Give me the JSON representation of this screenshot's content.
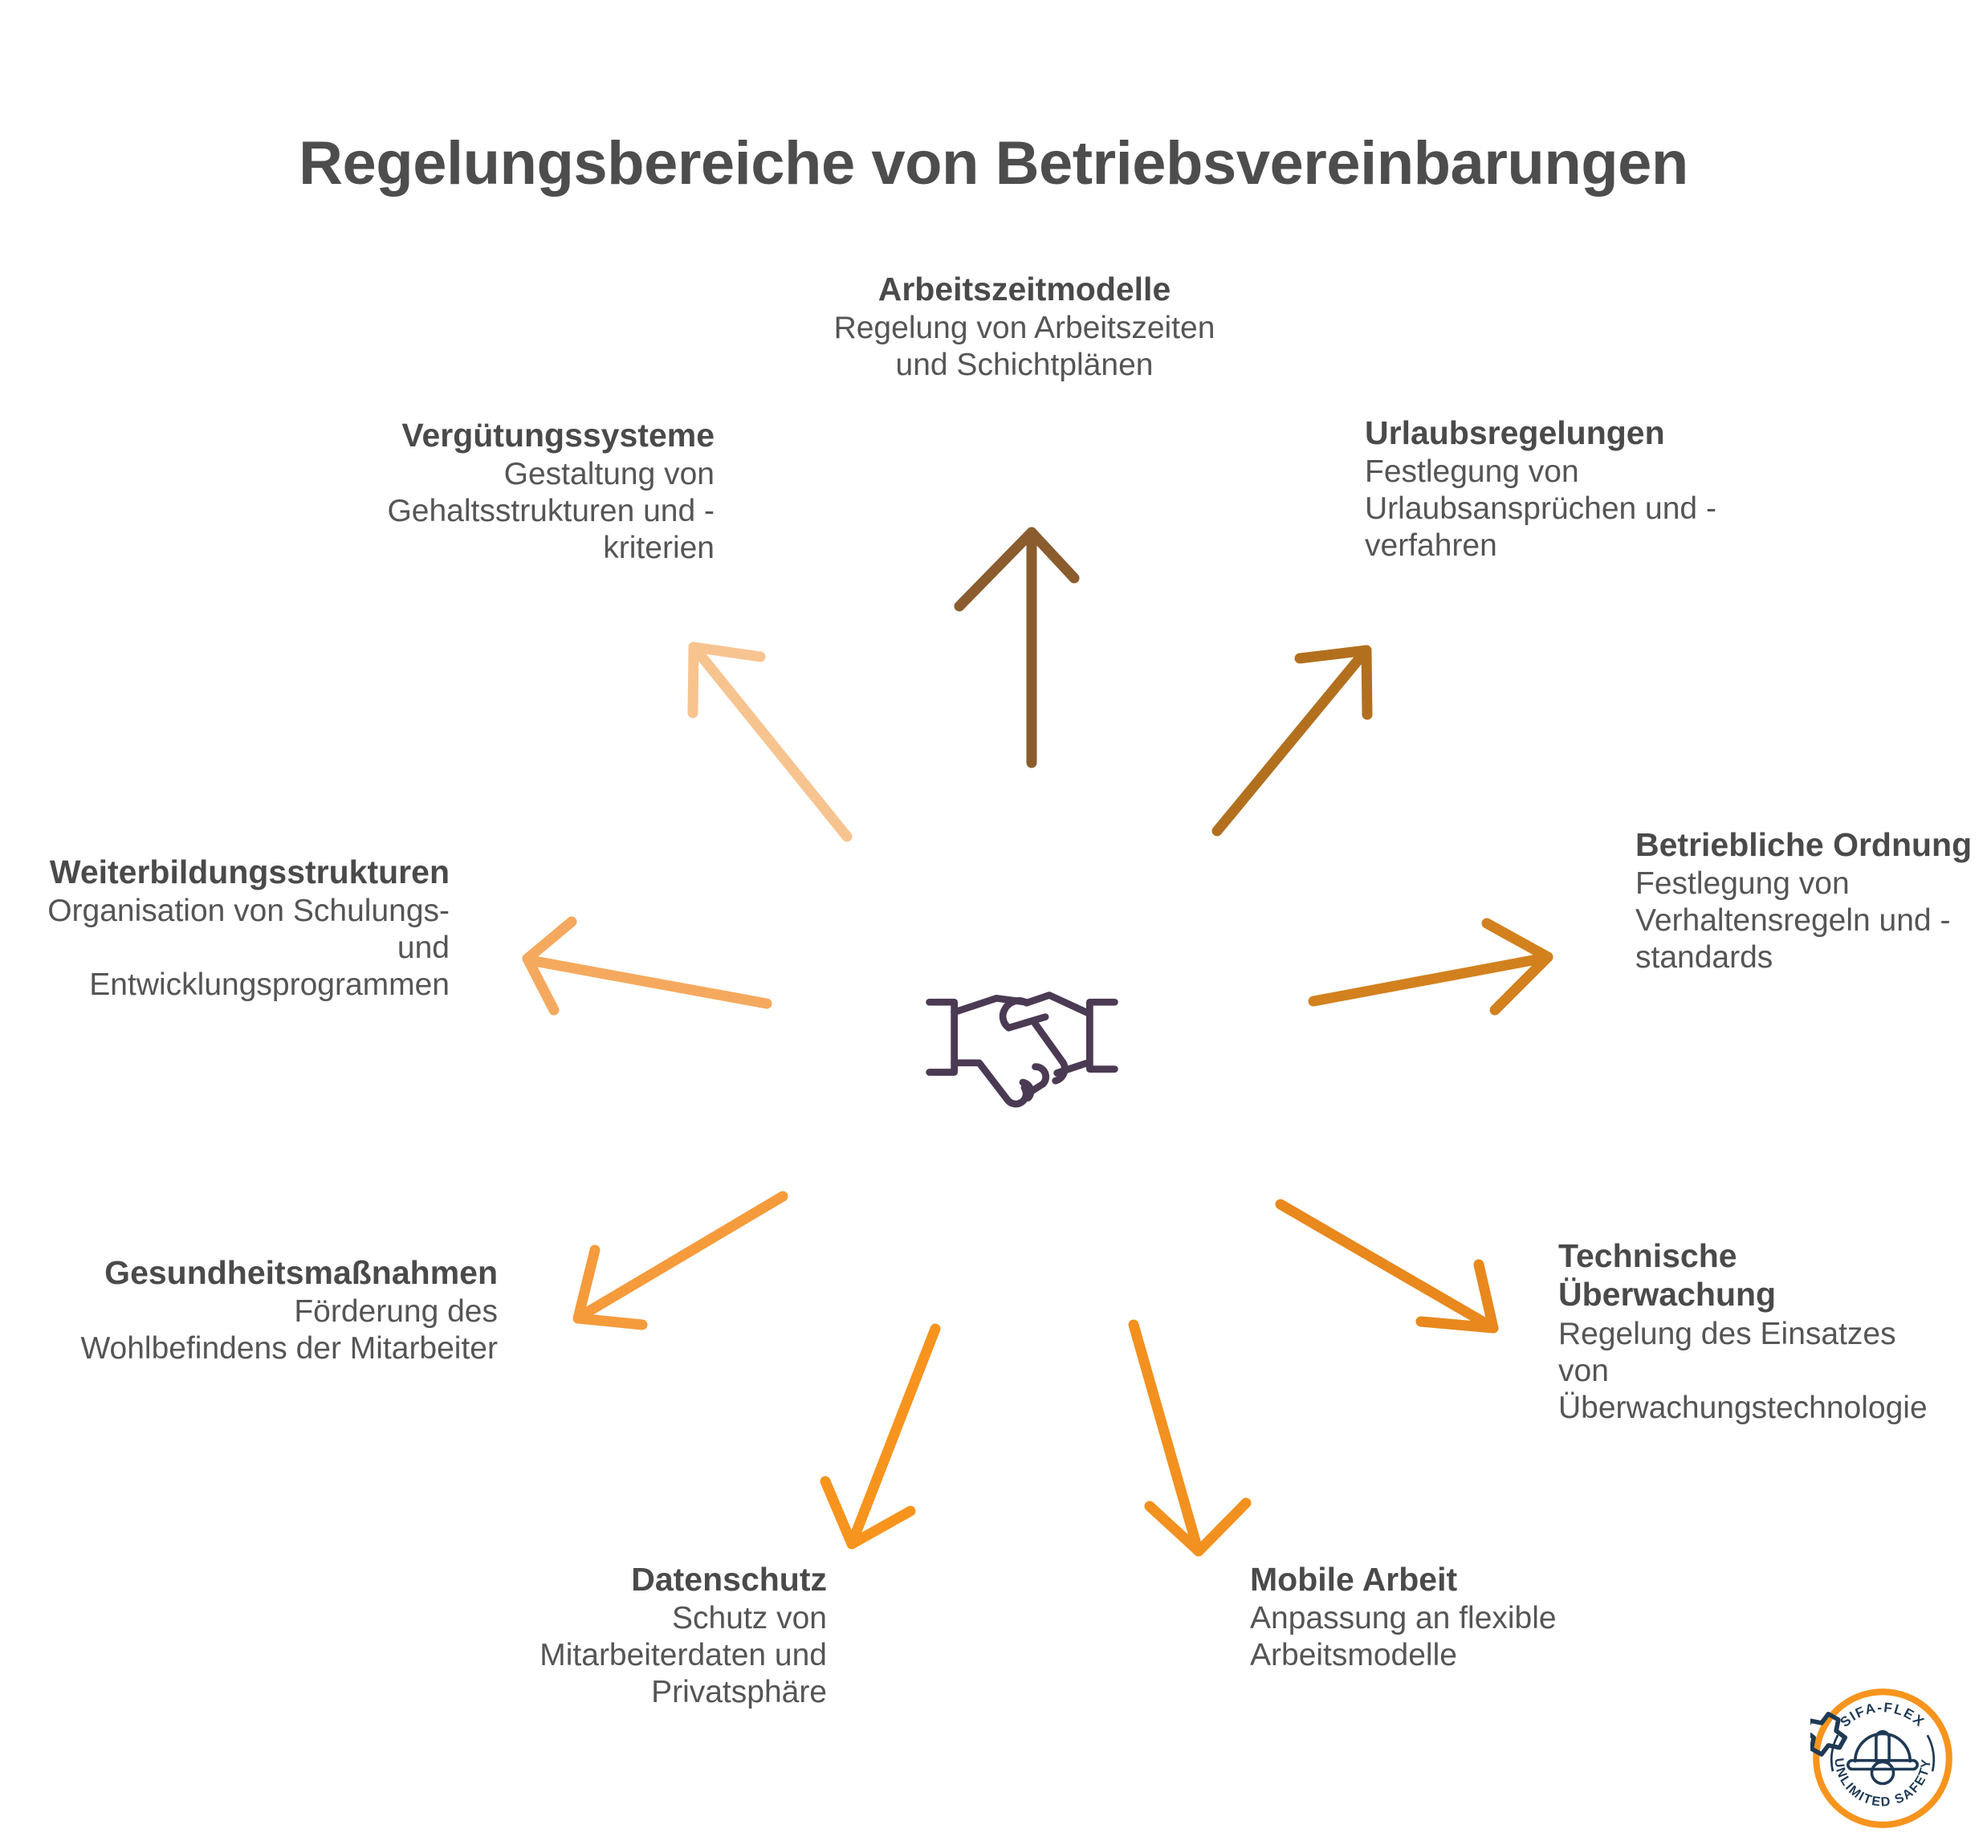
{
  "page": {
    "title": "Regelungsbereiche von Betriebsvereinbarungen",
    "background_color": "#ffffff",
    "text_color": "#4a4a4a"
  },
  "center": {
    "icon": "handshake-icon",
    "icon_color": "#4b3a53"
  },
  "nodes": [
    {
      "id": "arbeitszeitmodelle",
      "title": "Arbeitszeitmodelle",
      "description": "Regelung von Arbeitszeiten und Schichtplänen",
      "align": "center",
      "arrow_color": "#8a5c2e",
      "direction": "up"
    },
    {
      "id": "urlaubsregelungen",
      "title": "Urlaubsregelungen",
      "description": "Festlegung von Urlaubsansprüchen und -verfahren",
      "align": "left",
      "arrow_color": "#b2701f",
      "direction": "up-right"
    },
    {
      "id": "betriebliche-ordnung",
      "title": "Betriebliche Ordnung",
      "description": "Festlegung von Verhaltensregeln und -standards",
      "align": "left",
      "arrow_color": "#d2811e",
      "direction": "right"
    },
    {
      "id": "technische-ueberwachung",
      "title": "Technische Überwachung",
      "description": "Regelung des Einsatzes von Überwachungstechnologie",
      "align": "left",
      "arrow_color": "#e8881d",
      "direction": "down-right"
    },
    {
      "id": "mobile-arbeit",
      "title": "Mobile Arbeit",
      "description": "Anpassung an flexible Arbeitsmodelle",
      "align": "left",
      "arrow_color": "#f2911f",
      "direction": "down"
    },
    {
      "id": "datenschutz",
      "title": "Datenschutz",
      "description": "Schutz von Mitarbeiterdaten und Privatsphäre",
      "align": "right",
      "arrow_color": "#f7941e",
      "direction": "down"
    },
    {
      "id": "gesundheitsmassnahmen",
      "title": "Gesundheitsmaßnahmen",
      "description": "Förderung des Wohlbefindens der Mitarbeiter",
      "align": "right",
      "arrow_color": "#f59b3c",
      "direction": "down-left"
    },
    {
      "id": "weiterbildungsstrukturen",
      "title": "Weiterbildungsstrukturen",
      "description": "Organisation von Schulungs- und Entwicklungsprogrammen",
      "align": "right",
      "arrow_color": "#f5a95e",
      "direction": "left"
    },
    {
      "id": "verguetungssysteme",
      "title": "Vergütungssysteme",
      "description": "Gestaltung von Gehaltsstrukturen und -kriterien",
      "align": "right",
      "arrow_color": "#f7c490",
      "direction": "up-left"
    }
  ],
  "logo": {
    "top_text": "SIFA-FLEX",
    "bottom_text": "UNLIMITED SAFETY",
    "ring_color": "#f7941e",
    "mark_color": "#1f3a54",
    "icon": "hardhat-gear-icon"
  }
}
